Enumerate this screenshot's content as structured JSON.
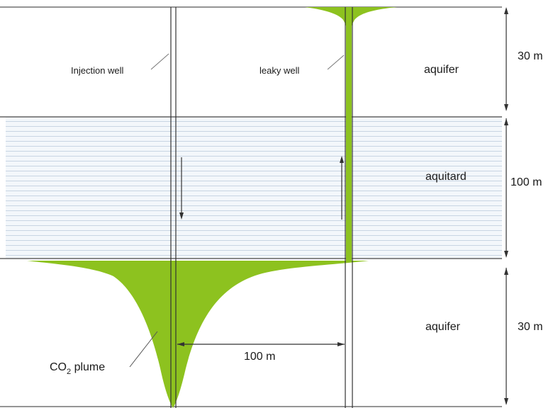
{
  "labels": {
    "injection_well": "Injection well",
    "leaky_well": "leaky well",
    "co2_prefix": "CO",
    "co2_subscript": "2",
    "co2_suffix": " plume",
    "well_spacing": "100 m"
  },
  "layers": [
    {
      "name": "aquifer",
      "thickness": "30 m"
    },
    {
      "name": "aquitard",
      "thickness": "100 m"
    },
    {
      "name": "aquifer",
      "thickness": "30 m"
    }
  ],
  "colors": {
    "plume": "#8dc21f",
    "aquitard_fill": "#f2f6fa",
    "aquitard_lines": "#c9d6e4",
    "lines": "#333333"
  }
}
